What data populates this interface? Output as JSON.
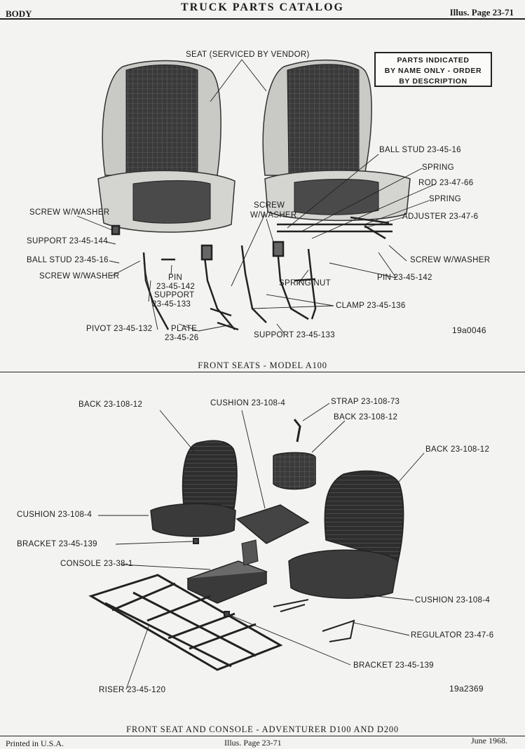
{
  "header": {
    "section": "BODY",
    "title": "TRUCK PARTS CATALOG",
    "page_ref": "Illus. Page 23-71"
  },
  "notice": {
    "line1": "PARTS INDICATED",
    "line2": "BY NAME ONLY - ORDER",
    "line3": "BY DESCRIPTION"
  },
  "top_figure": {
    "labels": {
      "seat": "SEAT (SERVICED BY VENDOR)",
      "ball_stud_right": "BALL STUD 23-45-16",
      "spring_1": "SPRING",
      "rod": "ROD 23-47-66",
      "spring_2": "SPRING",
      "adjuster": "ADJUSTER 23-47-6",
      "screw_washer_left": "SCREW W/WASHER",
      "screw_top": "SCREW",
      "w_washer_top": "W/WASHER",
      "support_144": "SUPPORT 23-45-144",
      "ball_stud_left": "BALL STUD 23-45-16",
      "screw_washer_left2": "SCREW W/WASHER",
      "pin_1": "PIN",
      "pin_142": "23-45-142",
      "support_1": "SUPPORT",
      "support_133_1": "23-45-133",
      "spring_nut": "SPRING NUT",
      "screw_washer_right": "SCREW W/WASHER",
      "pin_right": "PIN 23-45-142",
      "clamp": "CLAMP 23-45-136",
      "pivot": "PIVOT 23-45-132",
      "plate_1": "PLATE",
      "plate_2": "23-45-26",
      "support_133_2": "SUPPORT 23-45-133",
      "figure_id": "19a0046"
    },
    "caption": "FRONT SEATS - MODEL A100"
  },
  "bottom_figure": {
    "labels": {
      "back_left": "BACK 23-108-12",
      "cushion_center": "CUSHION 23-108-4",
      "strap": "STRAP 23-108-73",
      "back_center": "BACK 23-108-12",
      "back_right": "BACK 23-108-12",
      "cushion_left": "CUSHION 23-108-4",
      "bracket_left": "BRACKET 23-45-139",
      "console": "CONSOLE 23-38-1",
      "cushion_right": "CUSHION 23-108-4",
      "regulator": "REGULATOR 23-47-6",
      "bracket_bottom": "BRACKET 23-45-139",
      "riser": "RISER 23-45-120",
      "figure_id": "19a2369"
    },
    "caption": "FRONT SEAT AND CONSOLE - ADVENTURER D100 AND D200"
  },
  "footer": {
    "printed": "Printed in U.S.A.",
    "page_ref": "Illus. Page 23-71",
    "date": "June 1968."
  }
}
